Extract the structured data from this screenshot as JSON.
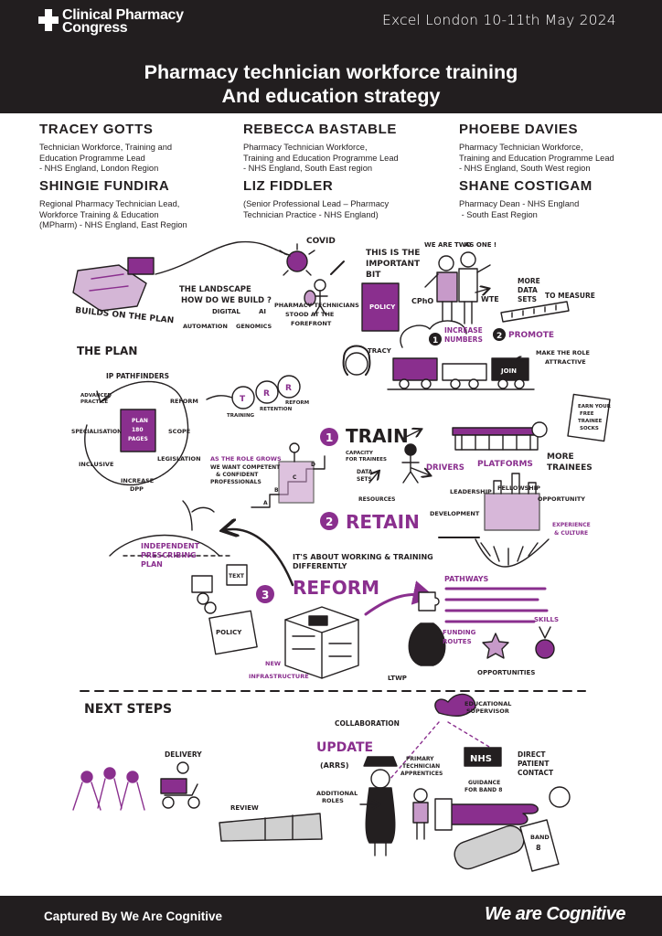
{
  "header": {
    "logo_line1": "Clinical Pharmacy",
    "logo_line2": "Congress",
    "event": "Excel London 10-11th May 2024",
    "title_line1": "Pharmacy technician  workforce training",
    "title_line2": "And education strategy"
  },
  "speakers": [
    {
      "name": "TRACEY GOTTS",
      "role": "Technician Workforce, Training and\nEducation Programme Lead\n- NHS England, London Region"
    },
    {
      "name": "REBECCA BASTABLE",
      "role": "Pharmacy Technician Workforce,\nTraining and Education Programme Lead\n- NHS England, South East region"
    },
    {
      "name": "PHOEBE DAVIES",
      "role": "Pharmacy Technician Workforce,\nTraining and Education Programme Lead\n- NHS England, South West region"
    },
    {
      "name": "SHINGIE FUNDIRA",
      "role": "Regional Pharmacy Technician Lead,\nWorkforce Training & Education\n(MPharm) - NHS England, East Region"
    },
    {
      "name": "LIZ FIDDLER",
      "role": "(Senior Professional Lead – Pharmacy\nTechnician Practice - NHS England)"
    },
    {
      "name": "SHANE COSTIGAM",
      "role": "Pharmacy Dean - NHS England\n - South East Region"
    }
  ],
  "sketch": {
    "covid": "COVID",
    "builds_on_plan": "BUILDS ON THE PLAN",
    "landscape_1": "THE LANDSCAPE",
    "landscape_2": "HOW DO WE BUILD ?",
    "digital": "DIGITAL",
    "ai": "AI",
    "automation": "AUTOMATION",
    "genomics": "GENOMICS",
    "technicians_1": "PHARMACY TECHNICIANS",
    "technicians_2": "STOOD AT THE",
    "technicians_3": "FOREFRONT",
    "important_1": "THIS IS THE",
    "important_2": "IMPORTANT",
    "important_3": "BIT",
    "policy": "POLICY",
    "we_are_two": "WE ARE TWO",
    "as_one": "AS ONE !",
    "cpho": "CPhO",
    "wte": "WTE",
    "more_data_1": "MORE",
    "more_data_2": "DATA",
    "more_data_3": "SETS",
    "to_measure": "TO MEASURE",
    "num_1": "1",
    "increase_1": "INCREASE",
    "increase_2": "NUMBERS",
    "num_2": "2",
    "promote": "PROMOTE",
    "join": "JOIN",
    "attractive_1": "MAKE THE ROLE",
    "attractive_2": "ATTRACTIVE",
    "tracy": "TRACY",
    "the_plan": "THE PLAN",
    "ip_pathfinders": "IP PATHFINDERS",
    "advanced_1": "ADVANCED",
    "advanced_2": "PRACTICE",
    "plan_1": "PLAN",
    "plan_2": "180",
    "plan_3": "PAGES",
    "reform_cycle": "REFORM",
    "specialisation": "SPECIALISATION",
    "scope": "SCOPE",
    "inclusive": "INCLUSIVE",
    "legislation": "LEGISLATION",
    "increase_dpp_1": "INCREASE",
    "increase_dpp_2": "DPP",
    "lens_t": "T",
    "lens_r1": "R",
    "lens_r2": "R",
    "training": "TRAINING",
    "retention": "RETENTION",
    "reform_small": "REFORM",
    "cert_1": "EARN YOUR",
    "cert_2": "FREE",
    "cert_3": "TRAINEE",
    "cert_4": "SOCKS",
    "train_num": "1",
    "train": "TRAIN",
    "capacity_1": "CAPACITY",
    "capacity_2": "FOR TRAINEES",
    "data_sets_1": "DATA",
    "data_sets_2": "SETS",
    "resources": "RESOURCES",
    "drivers": "DRIVERS",
    "platforms": "PLATFORMS",
    "more_trainees_1": "MORE",
    "more_trainees_2": "TRAINEES",
    "role_grows_1": "AS THE ROLE GROWS",
    "role_grows_2": "WE WANT COMPETENT",
    "role_grows_3": "& CONFIDENT",
    "role_grows_4": "PROFESSIONALS",
    "step_a": "A",
    "step_b": "B",
    "step_c": "C",
    "step_d": "D",
    "retain_num": "2",
    "retain": "RETAIN",
    "leadership": "LEADERSHIP",
    "fellowship": "FELLOWSHIP",
    "development": "DEVELOPMENT",
    "opportunity": "OPPORTUNITY",
    "experience_1": "EXPERIENCE",
    "experience_2": "& CULTURE",
    "indep_1": "INDEPENDENT",
    "indep_2": "PRESCRIBING",
    "indep_3": "PLAN",
    "working_1": "IT'S ABOUT WORKING & TRAINING",
    "working_2": "DIFFERENTLY",
    "reform_num": "3",
    "reform": "REFORM",
    "pathways": "PATHWAYS",
    "funding_1": "FUNDING",
    "funding_2": "ROUTES",
    "skills": "SKILLS",
    "opportunities": "OPPORTUNITIES",
    "ltwp": "LTWP",
    "infrastructure": "INFRASTRUCTURE",
    "new": "NEW",
    "policy_2": "POLICY",
    "text_1": "TEXT",
    "next_steps": "NEXT STEPS",
    "collaboration": "COLLABORATION",
    "edu_1": "EDUCATIONAL",
    "edu_2": "SUPERVISOR",
    "update": "UPDATE",
    "arrs": "(ARRS)",
    "primary_1": "PRIMARY",
    "primary_2": "TECHNICIAN",
    "primary_3": "APPRENTICES",
    "nhs": "NHS",
    "guidance_1": "GUIDANCE",
    "guidance_2": "FOR BAND 8",
    "direct_1": "DIRECT",
    "direct_2": "PATIENT",
    "direct_3": "CONTACT",
    "delivery": "DELIVERY",
    "review": "REVIEW",
    "additional_1": "ADDITIONAL",
    "additional_2": "ROLES",
    "band_1": "BAND",
    "band_2": "8"
  },
  "footer": {
    "credit": "Captured By We Are Cognitive",
    "brand": "We are Cognitive"
  },
  "colors": {
    "dark": "#221e1f",
    "accent": "#8a2f8e",
    "accent_light": "#c79ac9",
    "grey": "#8c8c8c"
  }
}
